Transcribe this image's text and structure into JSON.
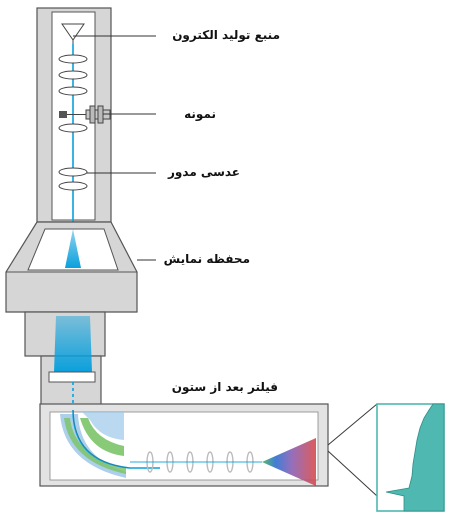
{
  "labels": {
    "electron_source": "منبع تولید الکترون",
    "specimen": "نمونه",
    "rotating_lens": "عدسی مدور",
    "viewing_chamber": "محفظه نمایش",
    "post_column_filter": "فیلتر بعد از ستون"
  },
  "colors": {
    "body_fill": "#d6d6d6",
    "outline": "#555555",
    "beam": "#0aa0dc",
    "spectrum_fill": "#4fb8b0",
    "magnet_green": "#7cc46a",
    "magnet_blue": "#9dc7e8"
  }
}
